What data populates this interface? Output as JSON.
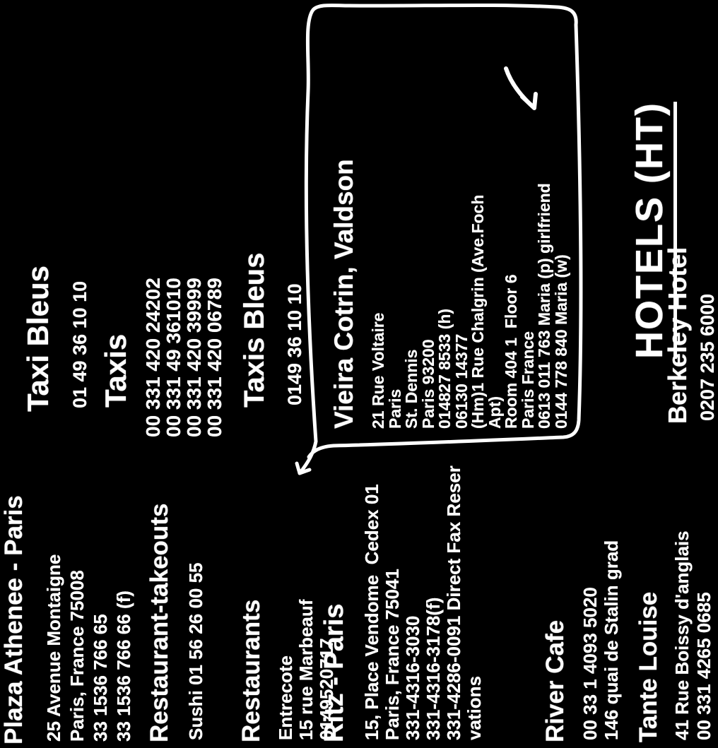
{
  "page": {
    "background_color": "#000000",
    "ink_color": "#ffffff",
    "left_column": {
      "entries": [
        {
          "heading": "Plaza Athenee - Paris",
          "lines": [
            "25 Avenue Montaigne",
            "Paris, France 75008",
            "33 1536 766 65",
            "33 1536 766 66 (f)"
          ]
        },
        {
          "heading": "Restaurant-takeouts",
          "lines": [
            "Sushi 01 56 26 00 55"
          ]
        },
        {
          "heading": "Restaurants",
          "lines": [
            "Entrecote",
            "15 rue Marbeauf",
            "0149520717"
          ]
        },
        {
          "heading": "Ritz - Paris",
          "lines": [
            "15, Place Vendome  Cedex 01",
            "Paris, France 75041",
            "331-4316-3030",
            "331-4316-3178(f)",
            "331-4286-0091 Direct Fax Reser",
            "vations"
          ]
        },
        {
          "heading": "River Cafe",
          "lines": [
            "00 33 1 4093 5020",
            "146 quai de Stalin grad"
          ]
        },
        {
          "heading": "Tante Louise",
          "lines": [
            "41 Rue Boissy d'anglais",
            "00 331 4265 0685"
          ]
        }
      ]
    },
    "right_column": {
      "entries": [
        {
          "heading": "Taxi Bleus",
          "lines": [
            "01 49 36 10 10"
          ]
        },
        {
          "heading": "Taxis",
          "lines": [
            "00 331 420 24202",
            "00 331 49 361010",
            "00 331 420 39999",
            "00 331 420 06789"
          ]
        },
        {
          "heading": "Taxis Bleus",
          "lines": [
            "0149 36 10 10"
          ]
        },
        {
          "heading": "Vieira Cotrin, Valdson",
          "lines": [
            "21 Rue Voltaire",
            "Paris",
            "St. Dennis",
            "Paris 93200",
            "014827 8533 (h)",
            "06130 14377",
            "(Hm)1 Rue Chalgrin (Ave.Foch",
            "Apt)",
            "Room 404 1  Floor 6",
            "Paris France",
            "0613 011 763 Maria (p) girlfriend",
            "0144 778 840 Maria (w)"
          ]
        }
      ],
      "section_heading": "HOTELS (HT)",
      "hotel_entries": [
        {
          "heading": "Berkeley Hotel",
          "lines": [
            "0207 235 6000"
          ]
        }
      ]
    },
    "annotations": {
      "hand_drawn_box_around_entry": "Vieira Cotrin, Valdson",
      "hand_drawn_arrow_points_to": "girlfriend"
    }
  }
}
